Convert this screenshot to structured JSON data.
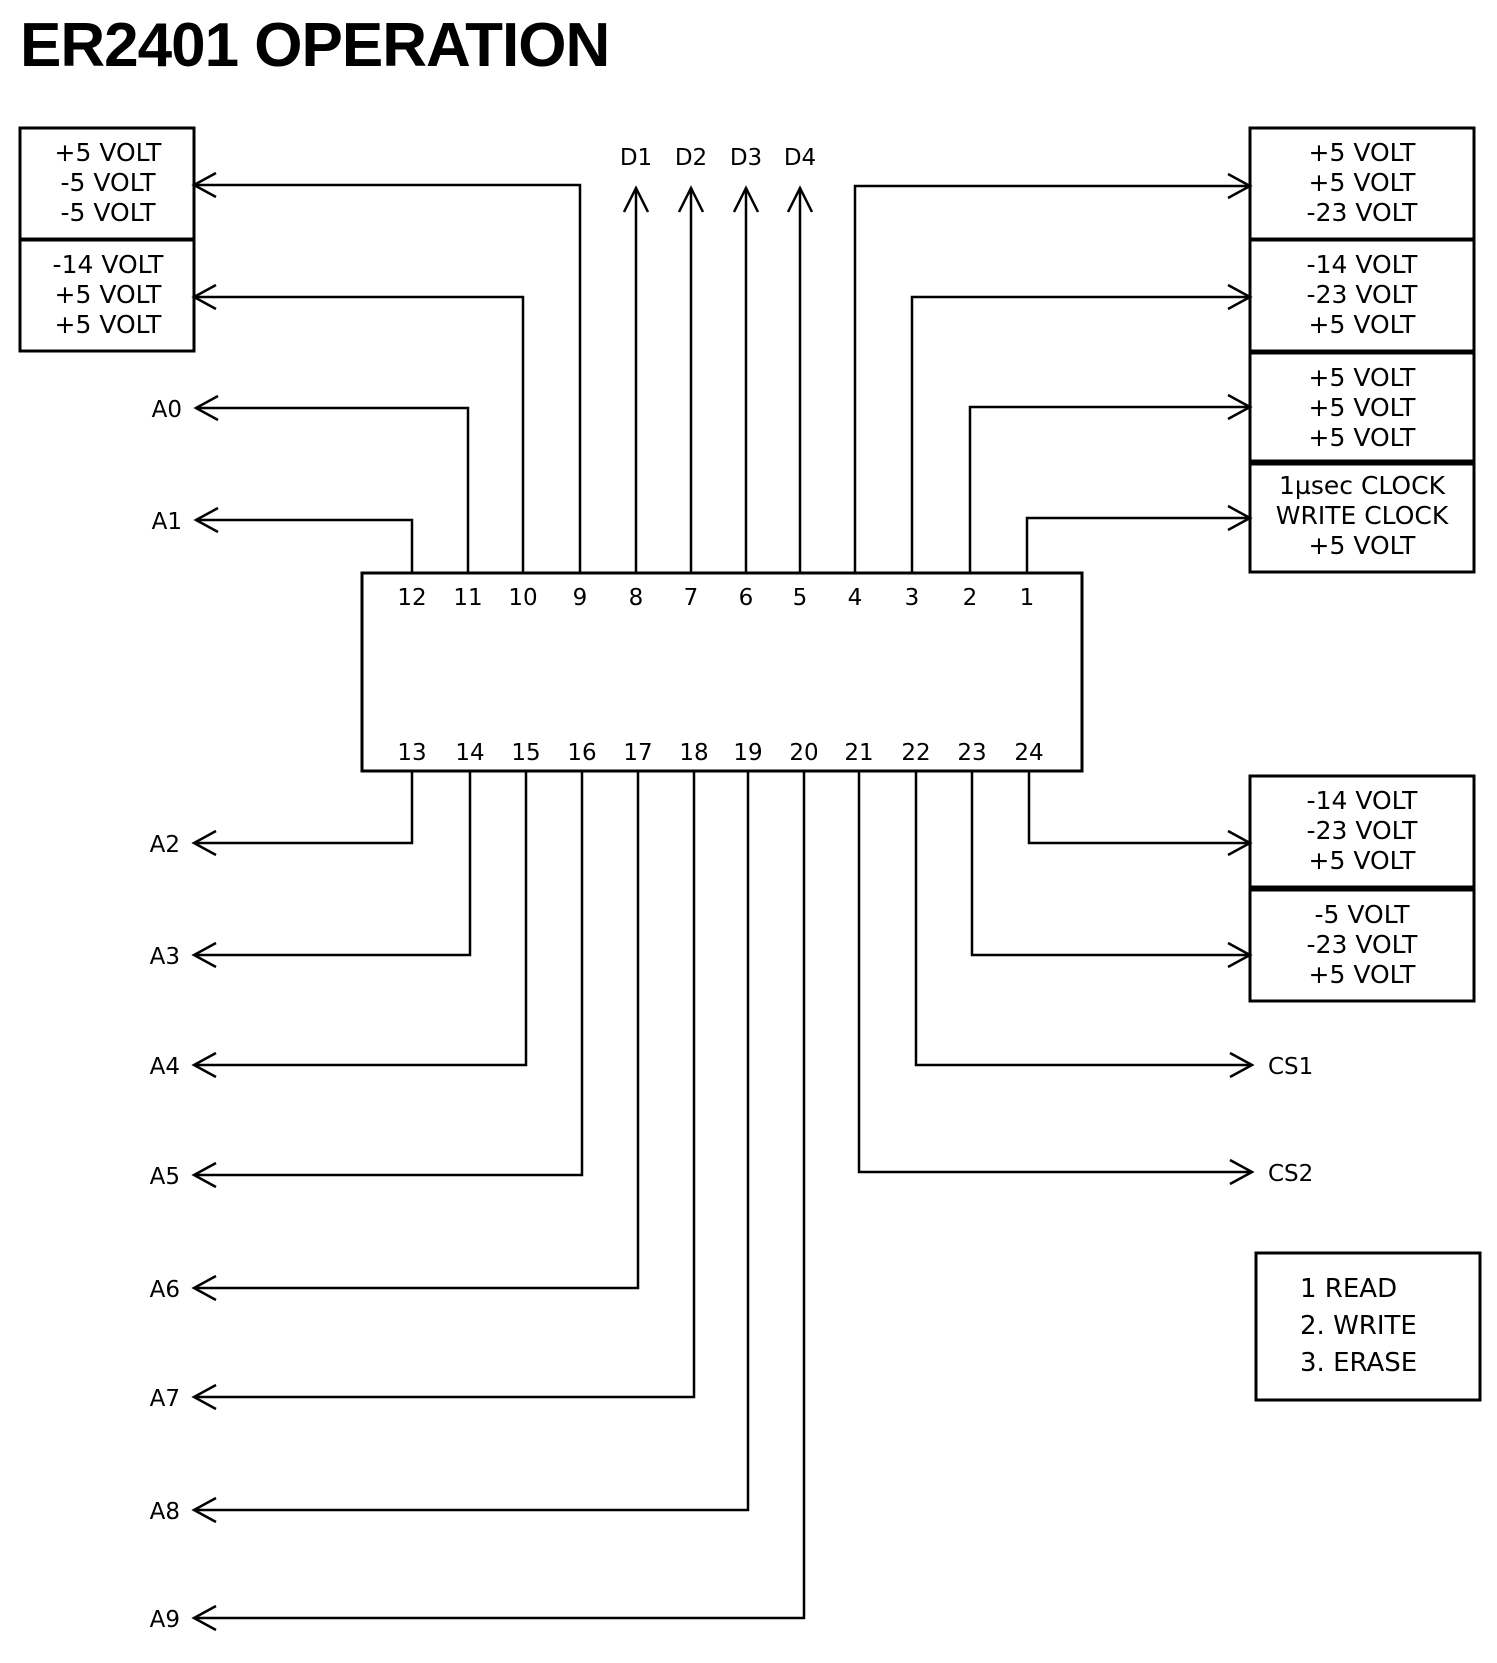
{
  "title": "ER2401 OPERATION",
  "top_pins": [
    "12",
    "11",
    "10",
    "9",
    "8",
    "7",
    "6",
    "5",
    "4",
    "3",
    "2",
    "1"
  ],
  "bottom_pins": [
    "13",
    "14",
    "15",
    "16",
    "17",
    "18",
    "19",
    "20",
    "21",
    "22",
    "23",
    "24"
  ],
  "data_labels": [
    "D1",
    "D2",
    "D3",
    "D4"
  ],
  "address_labels": [
    "A0",
    "A1",
    "A2",
    "A3",
    "A4",
    "A5",
    "A6",
    "A7",
    "A8",
    "A9"
  ],
  "chip_select_labels": [
    "CS1",
    "CS2"
  ],
  "left_boxes": [
    [
      "+5 VOLT",
      "-5 VOLT",
      "-5 VOLT"
    ],
    [
      "-14 VOLT",
      "+5 VOLT",
      "+5 VOLT"
    ]
  ],
  "right_boxes": [
    [
      "+5 VOLT",
      "+5 VOLT",
      "-23 VOLT"
    ],
    [
      "-14 VOLT",
      "-23 VOLT",
      "+5 VOLT"
    ],
    [
      "+5 VOLT",
      "+5 VOLT",
      "+5 VOLT"
    ],
    [
      "1µsec CLOCK",
      "WRITE CLOCK",
      "+5 VOLT"
    ],
    [
      "-14 VOLT",
      "-23 VOLT",
      "+5 VOLT"
    ],
    [
      "-5 VOLT",
      "-23 VOLT",
      "+5 VOLT"
    ]
  ],
  "legend": [
    "1  READ",
    "2.  WRITE",
    "3.  ERASE"
  ]
}
